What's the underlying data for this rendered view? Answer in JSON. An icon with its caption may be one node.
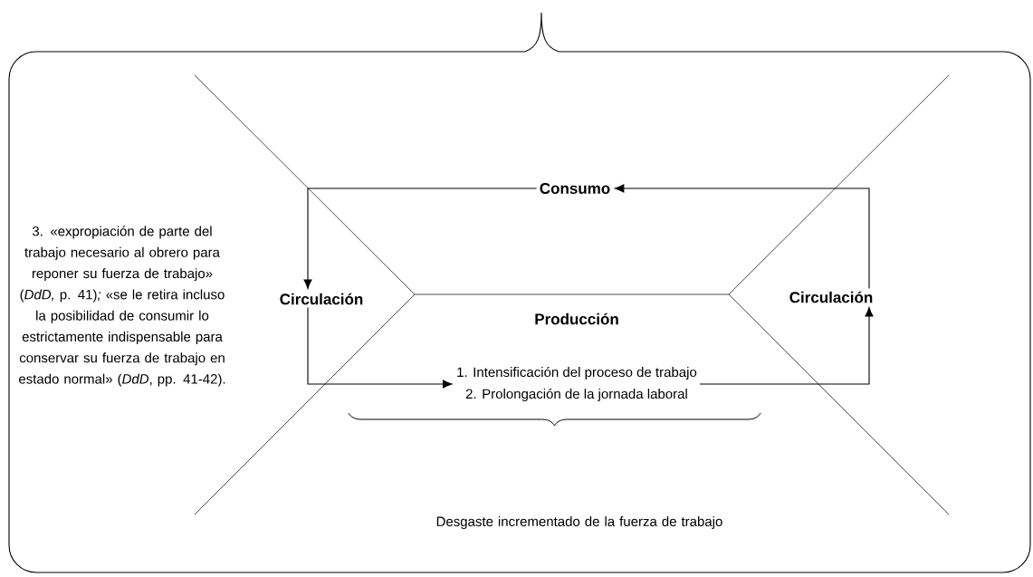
{
  "diagram": {
    "nodes": [
      {
        "text": [
          "Consumo"
        ]
      },
      {
        "text": [
          "Circulación"
        ]
      },
      {
        "text": [
          "Producción"
        ]
      },
      {
        "text": [
          "1. Intensificación del proceso de trabajo",
          "2. Prolongación de la jornada laboral"
        ]
      },
      {
        "text": [
          "Circulación"
        ]
      }
    ],
    "edges": [
      {
        "from": 0,
        "to": 1,
        "arrow": "to"
      },
      {
        "from": 1,
        "to": 3,
        "arrow": "to"
      },
      {
        "from": 3,
        "to": 4,
        "arrow": "to"
      },
      {
        "from": 4,
        "to": 0,
        "arrow": "to"
      }
    ],
    "labels": [
      "3. «expropiación de parte del trabajo necesario al obrero para reponer su fuerza de trabajo» (*DdD,* p. 41)*;* «se le retira incluso la posibilidad de consumir lo estrictamente indispensable para conservar su fuerza de trabajo en estado normal» (*DdD*, pp. 41-42).",
      "Desgaste incrementado de la fuerza de trabajo"
    ]
  }
}
